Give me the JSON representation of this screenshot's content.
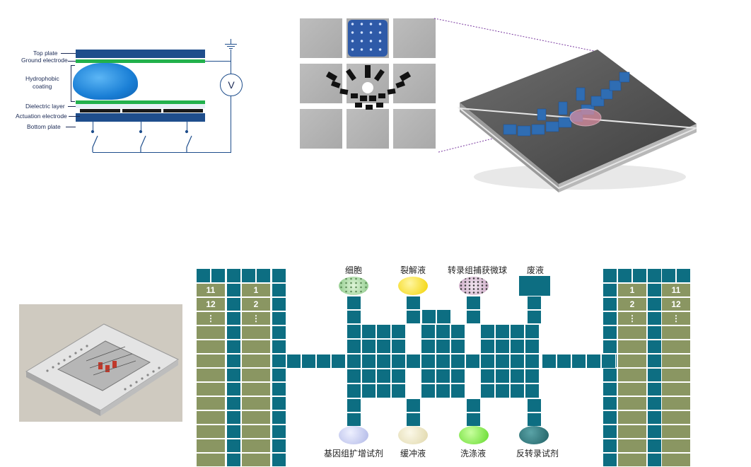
{
  "cross_section": {
    "labels": {
      "top_plate": "Top plate",
      "ground_electrode": "Ground electrode",
      "hydrophobic": "Hydrophobic",
      "coating": "coating",
      "dielectric": "Dielectric layer",
      "actuation": "Actuation electrode",
      "bottom_plate": "Bottom plate"
    },
    "voltmeter": "V",
    "colors": {
      "plate": "#1f4e8c",
      "electrode": "#22b14c",
      "droplet": "#1a7fd6"
    }
  },
  "chip": {
    "colors": {
      "electrode": "#0d6e82",
      "reservoir": "#8a9662"
    },
    "reservoir_labels_left_outer": [
      "11",
      "12",
      "⋮"
    ],
    "reservoir_labels_left_inner": [
      "1",
      "2",
      "⋮"
    ],
    "reservoir_labels_right_inner": [
      "1",
      "2",
      "⋮"
    ],
    "reservoir_labels_right_outer": [
      "11",
      "12",
      "⋮"
    ],
    "top_inlets": [
      "细胞",
      "裂解液",
      "转录组捕获微球",
      "废液"
    ],
    "bottom_inlets": [
      "基因组扩增试剂",
      "缓冲液",
      "洗涤液",
      "反转录试剂"
    ]
  }
}
